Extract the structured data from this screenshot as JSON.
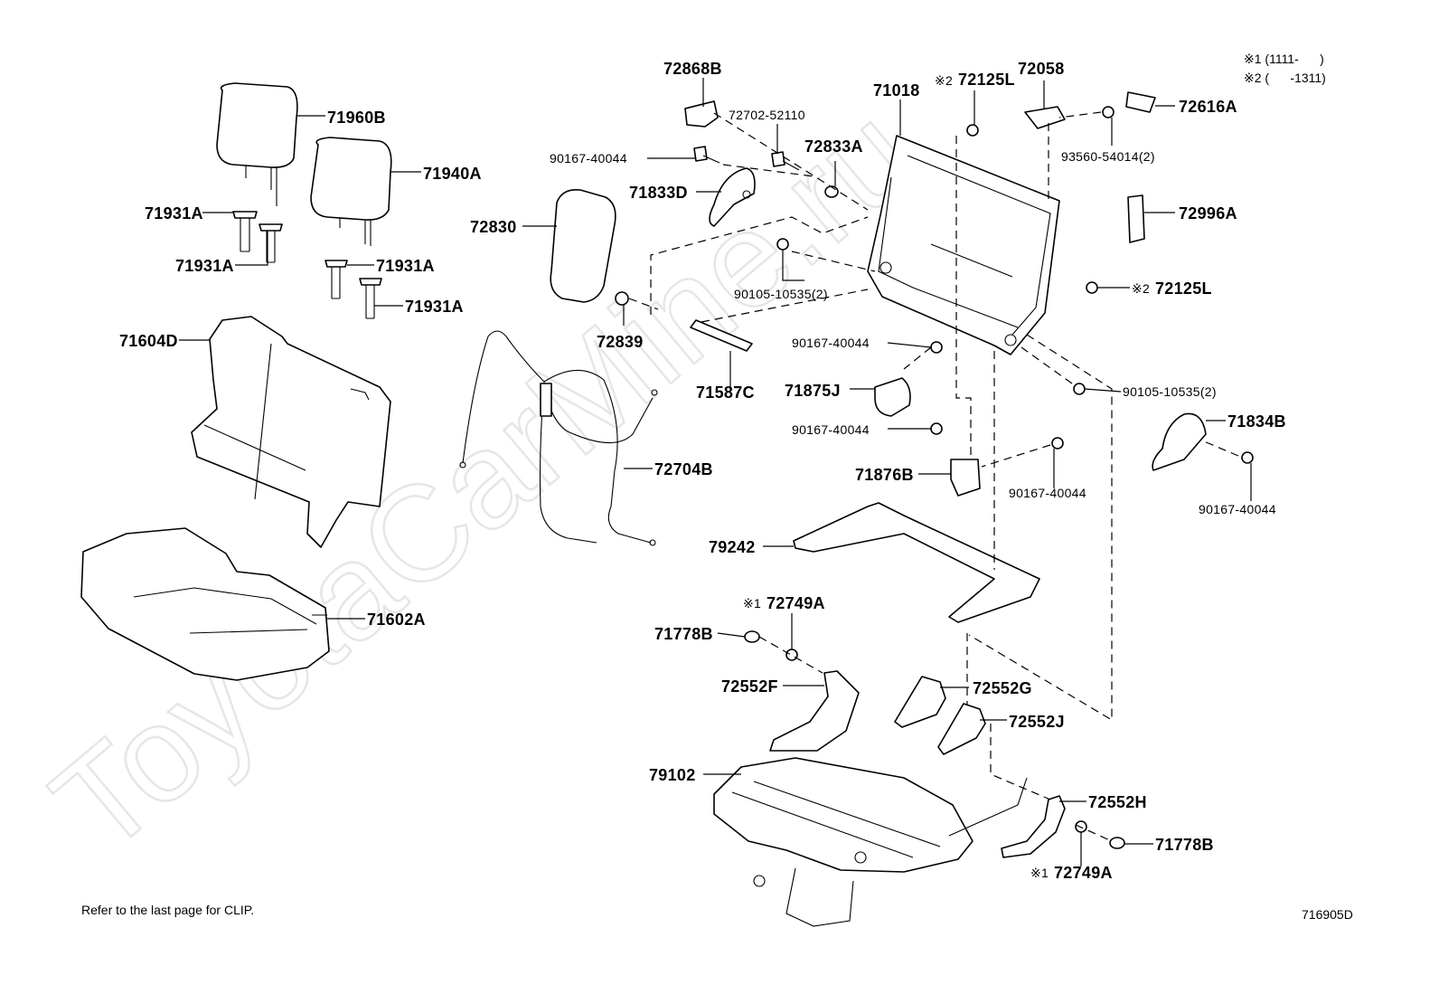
{
  "footnotes": {
    "note1": "※1 (1111-      )",
    "note2": "※2 (      -1311)"
  },
  "watermark": "ToyotaCarMine.ru",
  "footer": {
    "clip_note": "Refer to the last page for CLIP.",
    "diagram_code": "716905D"
  },
  "labels": {
    "p71960B": "71960B",
    "p71940A": "71940A",
    "p71931A_1": "71931A",
    "p71931A_2": "71931A",
    "p71931A_3": "71931A",
    "p71931A_4": "71931A",
    "p71604D": "71604D",
    "p71602A": "71602A",
    "p72868B": "72868B",
    "p72702": "72702-52110",
    "p90167_a": "90167-40044",
    "p72833A": "72833A",
    "p71833D": "71833D",
    "p72830": "72830",
    "p72839": "72839",
    "p72704B": "72704B",
    "p71018": "71018",
    "p72125L_top_mark": "※2",
    "p72125L_top": "72125L",
    "p72058": "72058",
    "p72616A": "72616A",
    "p93560": "93560-54014(2)",
    "p72996A": "72996A",
    "p90105_a": "90105-10535(2)",
    "p72125L_mid_mark": "※2",
    "p72125L_mid": "72125L",
    "p90167_b": "90167-40044",
    "p71587C": "71587C",
    "p71875J": "71875J",
    "p90105_b": "90105-10535(2)",
    "p90167_c": "90167-40044",
    "p71834B": "71834B",
    "p71876B": "71876B",
    "p90167_d": "90167-40044",
    "p90167_e": "90167-40044",
    "p79242": "79242",
    "p72749A_top_mark": "※1",
    "p72749A_top": "72749A",
    "p71778B_left": "71778B",
    "p72552F": "72552F",
    "p72552G": "72552G",
    "p72552J": "72552J",
    "p79102": "79102",
    "p72552H": "72552H",
    "p71778B_right": "71778B",
    "p72749A_bot_mark": "※1",
    "p72749A_bot": "72749A"
  }
}
